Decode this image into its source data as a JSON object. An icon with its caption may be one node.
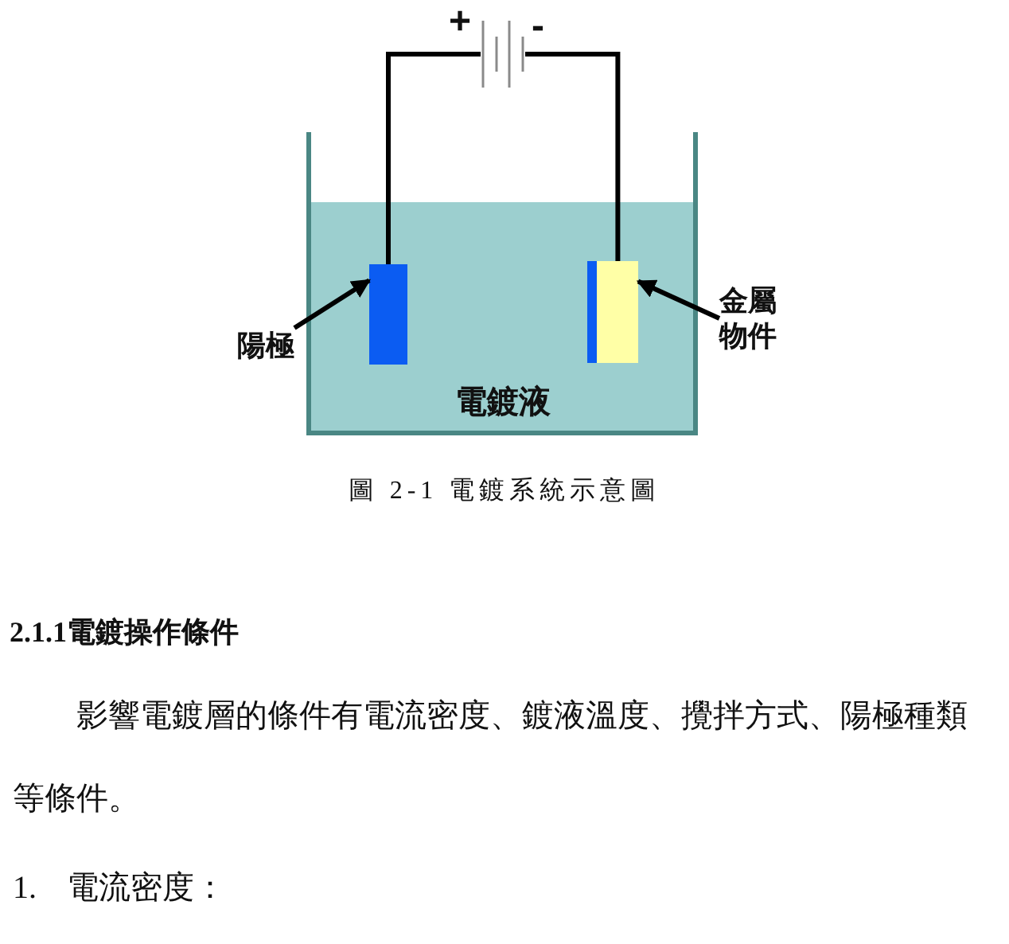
{
  "diagram": {
    "caption": "圖 2-1 電鍍系統示意圖",
    "nodes": [
      {
        "text": [],
        "shape": "battery",
        "beside": [
          "+",
          "-"
        ]
      },
      {
        "text": [
          "電鍍液"
        ]
      },
      {
        "text": [],
        "shape": "box",
        "in": 1
      },
      {
        "text": [],
        "shape": "box",
        "in": 1
      },
      {
        "text": [
          "陽極"
        ]
      },
      {
        "text": [
          "金屬物件"
        ]
      }
    ],
    "edges": [
      {
        "from": 0,
        "to": 2,
        "arrow": "none"
      },
      {
        "from": 0,
        "to": 3,
        "arrow": "none"
      },
      {
        "from": 4,
        "to": 2,
        "arrow": "to"
      },
      {
        "from": 5,
        "to": 3,
        "arrow": "to"
      }
    ],
    "labels": [
      "2.1.1電鍍操作條件",
      "影響電鍍層的條件有電流密度、鍍液溫度、攪拌方式、陽極種類等條件。",
      "1.",
      "電流密度："
    ]
  }
}
